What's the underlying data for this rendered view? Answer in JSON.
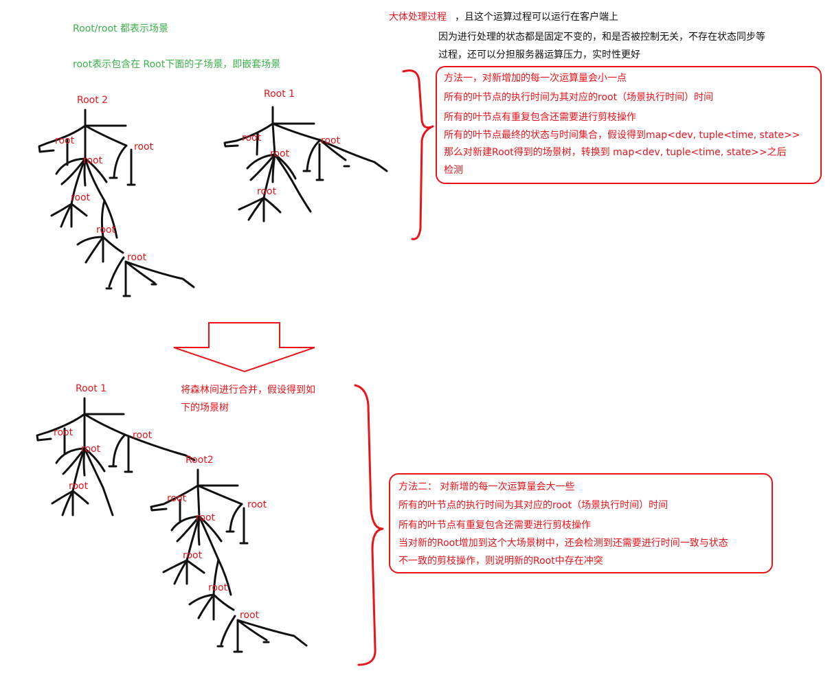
{
  "notes": {
    "legend_root": "Root/root 都表示场景",
    "legend_child": "root表示包含在 Root下面的子场景，即嵌套场景",
    "overview_head": "大体处理过程",
    "overview_1": "，且这个运算过程可以运行在客户端上",
    "overview_2": "因为进行处理的状态都是固定不变的，和是否被控制无关，不存在状态同步等",
    "overview_3": "过程，还可以分担服务器运算压力，实时性更好",
    "merge_1": "将森林间进行合并，假设得到如",
    "merge_2": "下的场景树"
  },
  "method1": {
    "line1": "方法一，对新增加的每一次运算量会小一点",
    "line2": "所有的叶节点的执行时间为其对应的root（场景执行时间）时间",
    "line3": "所有的叶节点有重复包含还需要进行剪枝操作",
    "line4": "所有的叶节点最终的状态与时间集合，假设得到map<dev, tuple<time, state>>",
    "line5": "那么对新建Root得到的场景树，转换到 map<dev, tuple<time, state>>之后",
    "line6": "检测"
  },
  "method2": {
    "line1": "方法二：  对新增的每一次运算量会大一些",
    "line2": "所有的叶节点的执行时间为其对应的root（场景执行时间）时间",
    "line3": "所有的叶节点有重复包含还需要进行剪枝操作",
    "line4": "当对新的Root增加到这个大场景树中，还会检测到还需要进行时间一致与状态",
    "line5": "不一致的剪枝操作，则说明新的Root中存在冲突"
  },
  "trees": {
    "tree_a_root": "Root  2",
    "tree_b_root": "Root  1",
    "tree_c_root": "Root  1",
    "tree_c_sub_root": "Root2",
    "child": "root"
  },
  "colors": {
    "green": "#3ab14a",
    "red": "#e8141a",
    "ink": "#111111"
  }
}
